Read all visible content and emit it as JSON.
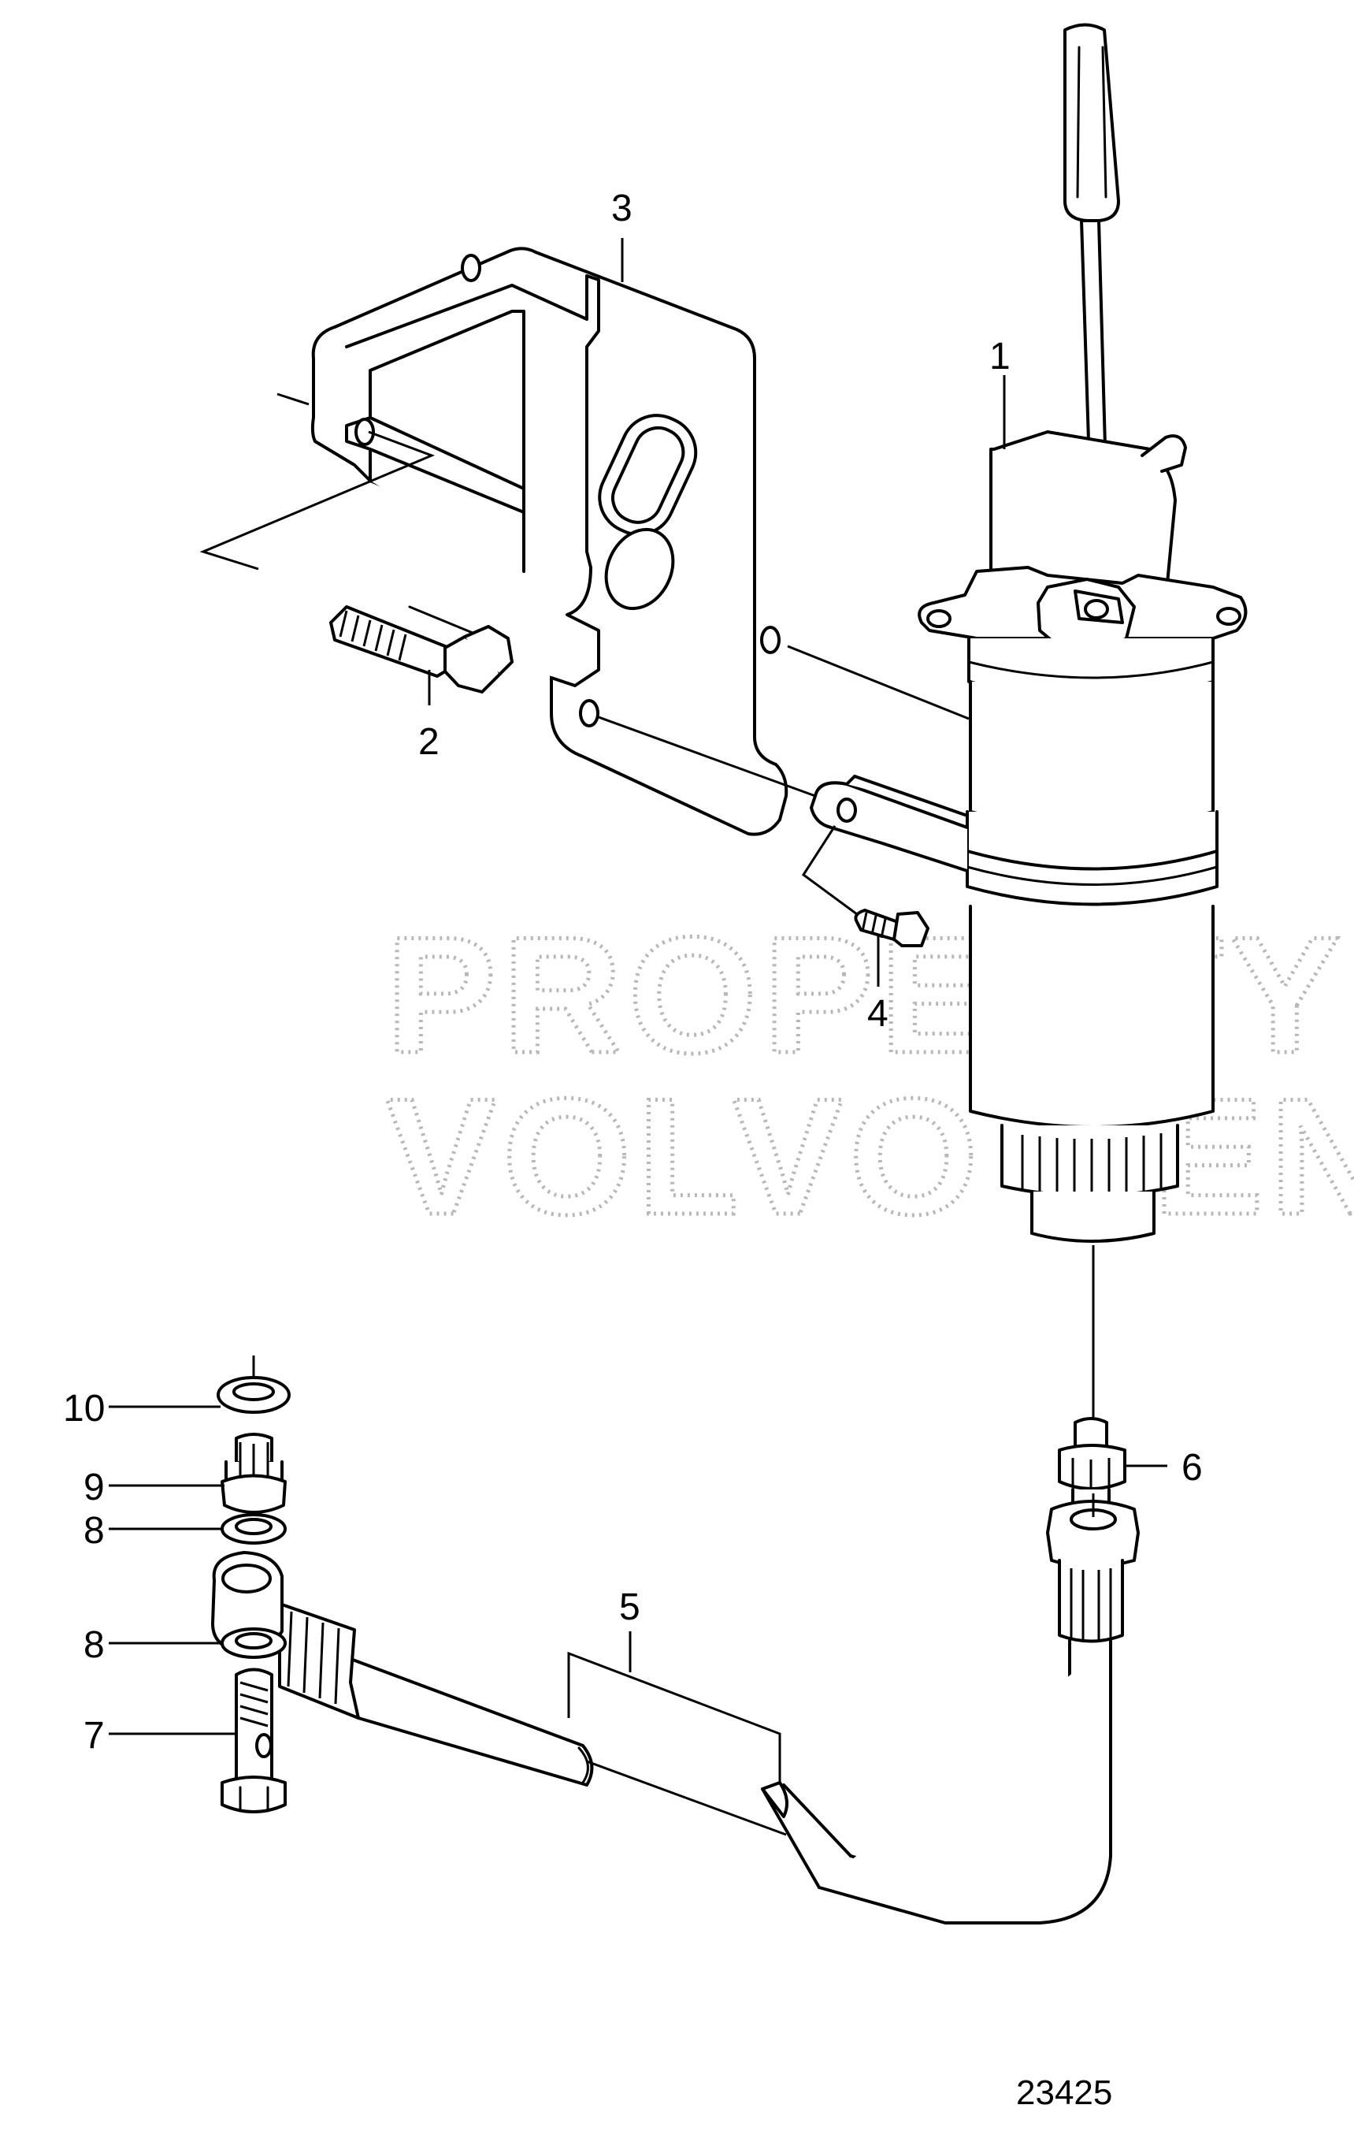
{
  "diagram": {
    "reference_number": "23425",
    "watermark_lines": [
      "PROPERTY OF",
      "VOLVO PENTA"
    ],
    "callouts": [
      {
        "id": "c1",
        "label": "1"
      },
      {
        "id": "c2",
        "label": "2"
      },
      {
        "id": "c3",
        "label": "3"
      },
      {
        "id": "c4",
        "label": "4"
      },
      {
        "id": "c5",
        "label": "5"
      },
      {
        "id": "c6",
        "label": "6"
      },
      {
        "id": "c7",
        "label": "7"
      },
      {
        "id": "c8a",
        "label": "8"
      },
      {
        "id": "c8b",
        "label": "8"
      },
      {
        "id": "c9",
        "label": "9"
      },
      {
        "id": "c10",
        "label": "10"
      }
    ]
  }
}
